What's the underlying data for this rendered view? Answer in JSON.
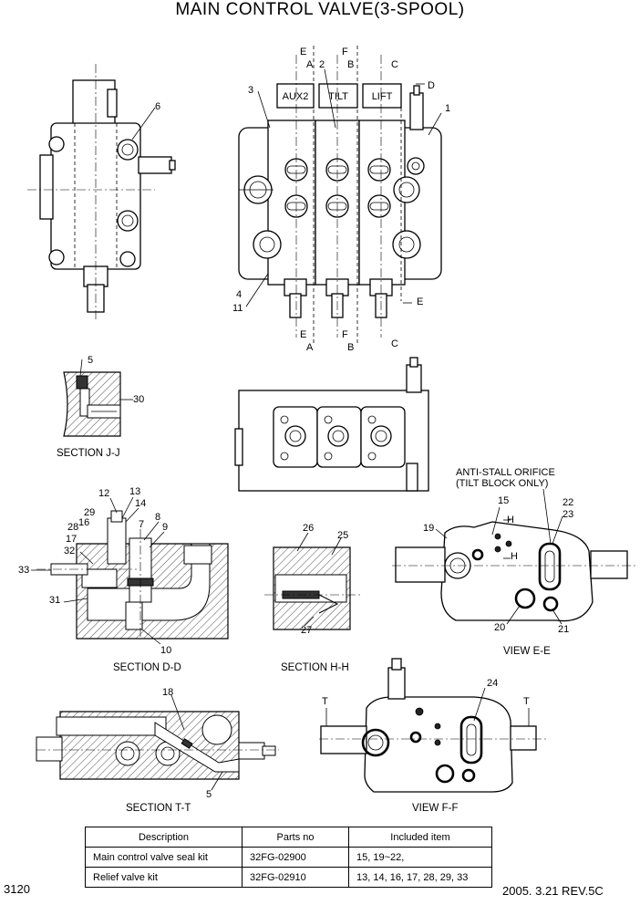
{
  "title": "MAIN CONTROL VALVE(3-SPOOL)",
  "spool_labels": {
    "aux2": "AUX2",
    "tilt": "TILT",
    "lift": "LIFT"
  },
  "section_marks": {
    "e": "E",
    "a": "A",
    "f": "F",
    "b": "B",
    "c": "C",
    "d": "D",
    "t": "T"
  },
  "section_titles": {
    "jj": "SECTION J-J",
    "dd": "SECTION D-D",
    "hh": "SECTION H-H",
    "tt": "SECTION T-T",
    "ee": "VIEW E-E",
    "ff": "VIEW F-F"
  },
  "note": {
    "line1": "ANTI-STALL ORIFICE",
    "line2": "(TILT BLOCK ONLY)"
  },
  "callouts": {
    "c1": "1",
    "c2": "2",
    "c3": "3",
    "c4": "4",
    "c5": "5",
    "c6": "6",
    "c7": "7",
    "c8": "8",
    "c9": "9",
    "c10": "10",
    "c11": "11",
    "c12": "12",
    "c13": "13",
    "c14": "14",
    "c15": "15",
    "c16": "16",
    "c17": "17",
    "c18": "18",
    "c19": "19",
    "c20": "20",
    "c21": "21",
    "c22": "22",
    "c23": "23",
    "c24": "24",
    "c25": "25",
    "c26": "26",
    "c27": "27",
    "c28": "28",
    "c29": "29",
    "c30": "30",
    "c31": "31",
    "c32": "32",
    "c33": "33",
    "h": "H"
  },
  "parts_table": {
    "headers": [
      "Description",
      "Parts no",
      "Included item"
    ],
    "rows": [
      [
        "Main control valve seal kit",
        "32FG-02900",
        "15, 19~22,"
      ],
      [
        "Relief valve kit",
        "32FG-02910",
        "13, 14, 16, 17, 28, 29, 33"
      ]
    ]
  },
  "page_number": "3120",
  "revision": "2005. 3.21  REV.5C"
}
